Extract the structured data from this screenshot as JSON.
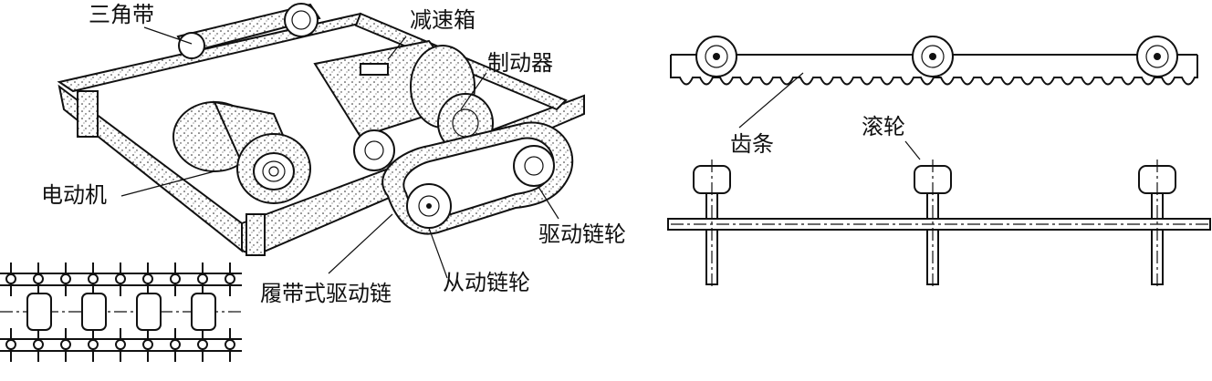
{
  "labels": {
    "v_belt": "三角带",
    "reducer": "减速箱",
    "brake": "制动器",
    "motor": "电动机",
    "drive_sprocket": "驱动链轮",
    "track_chain": "履带式驱动链",
    "driven_sprocket": "从动链轮",
    "rack": "齿条",
    "roller": "滚轮"
  }
}
